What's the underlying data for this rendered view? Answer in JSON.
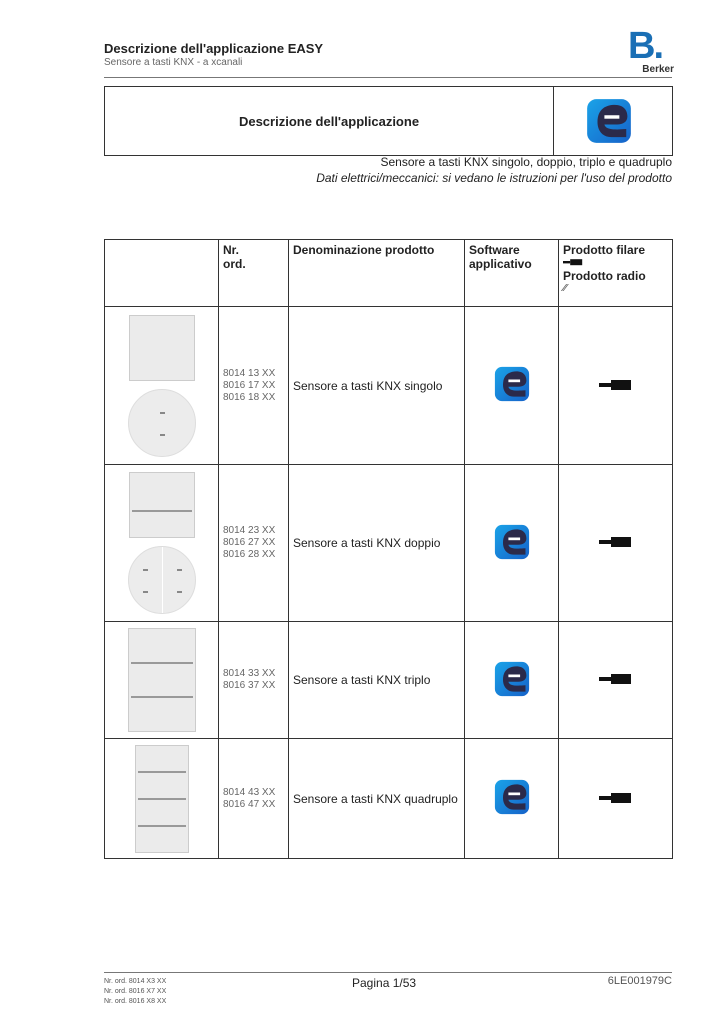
{
  "header": {
    "title": "Descrizione dell'applicazione EASY",
    "subtitle": "Sensore a tasti KNX - a xcanali",
    "brand_mark": "B.",
    "brand_name": "Berker"
  },
  "box": {
    "title": "Descrizione dell'applicazione",
    "icon": "easy-app-icon"
  },
  "description": {
    "line1": "Sensore a tasti KNX singolo, doppio, triplo e quadruplo",
    "line2": "Dati elettrici/meccanici: si vedano le istruzioni per l'uso del prodotto"
  },
  "table": {
    "headers": {
      "nr": "Nr.\nord.",
      "name": "Denominazione prodotto",
      "software": "Software applicativo",
      "wired": "Prodotto filare",
      "radio": "Prodotto radio"
    },
    "rows": [
      {
        "nr": [
          "8014 13 XX",
          "8016 17 XX",
          "8016 18 XX"
        ],
        "name": "Sensore a tasti KNX singolo",
        "software_icon": "easy-app-icon",
        "type_icon": "wired-icon"
      },
      {
        "nr": [
          "8014 23 XX",
          "8016 27 XX",
          "8016 28 XX"
        ],
        "name": "Sensore a tasti KNX doppio",
        "software_icon": "easy-app-icon",
        "type_icon": "wired-icon"
      },
      {
        "nr": [
          "8014 33 XX",
          "8016 37 XX"
        ],
        "name": "Sensore a tasti KNX triplo",
        "software_icon": "easy-app-icon",
        "type_icon": "wired-icon"
      },
      {
        "nr": [
          "8014 43 XX",
          "8016 47 XX"
        ],
        "name": "Sensore a tasti KNX quadruplo",
        "software_icon": "easy-app-icon",
        "type_icon": "wired-icon"
      }
    ]
  },
  "footer": {
    "order_lines": [
      "Nr. ord. 8014 X3 XX",
      "Nr. ord. 8016 X7 XX",
      "Nr. ord. 8016 X8 XX"
    ],
    "page": "Pagina 1/53",
    "doc_code": "6LE001979C"
  }
}
